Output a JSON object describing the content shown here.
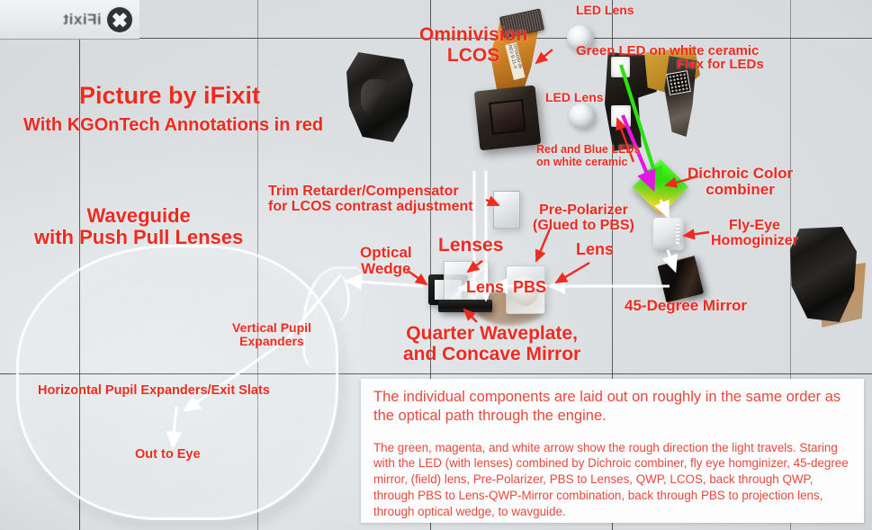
{
  "watermark": {
    "text": "iFixit",
    "badge_icon": "x-badge-icon"
  },
  "credit": {
    "line1": "Picture by iFixit",
    "line2": "With KGOnTech Annotations in red"
  },
  "annotation_color": "#ef2a20",
  "labels": [
    {
      "id": "ominivision-lcos",
      "text": "Ominivision\nLCOS"
    },
    {
      "id": "led-lens-top",
      "text": "LED Lens"
    },
    {
      "id": "green-led-white-ceramic",
      "text": "Green LED on white ceramic"
    },
    {
      "id": "flex-for-leds",
      "text": "Flex for LEDs"
    },
    {
      "id": "led-lens-left",
      "text": "LED Lens"
    },
    {
      "id": "red-blue-leds",
      "text": "Red and Blue LEDs\non white ceramic"
    },
    {
      "id": "dichroic-color-combiner",
      "text": "Dichroic Color\ncombiner"
    },
    {
      "id": "fly-eye-homoginizer",
      "text": "Fly-Eye\nHomoginizer"
    },
    {
      "id": "forty-five-degree-mirror",
      "text": "45-Degree Mirror"
    },
    {
      "id": "trim-retarder",
      "text": "Trim Retarder/Compensator\nfor LCOS contrast adjustment"
    },
    {
      "id": "pre-polarizer",
      "text": "Pre-Polarizer\n(Glued to PBS)"
    },
    {
      "id": "lenses",
      "text": "Lenses"
    },
    {
      "id": "lens-right",
      "text": "Lens"
    },
    {
      "id": "lens-pbs",
      "text": "Lens  PBS"
    },
    {
      "id": "optical-wedge",
      "text": "Optical\nWedge"
    },
    {
      "id": "quarter-waveplate",
      "text": "Quarter Waveplate,\nand Concave Mirror"
    },
    {
      "id": "waveguide",
      "text": "Waveguide\nwith Push Pull Lenses"
    },
    {
      "id": "vertical-pupil-expanders",
      "text": "Vertical Pupil\nExpanders"
    },
    {
      "id": "horizontal-pupil-expanders",
      "text": "Horizontal Pupil Expanders/Exit Slats"
    },
    {
      "id": "out-to-eye",
      "text": "Out to Eye"
    }
  ],
  "caption": {
    "lead": "The individual components are laid out on roughly in the same order as the optical path through the engine.",
    "body": "The green, magenta, and white arrow show the rough direction the light travels. Staring with the LED (with lenses) combined by Dichroic combiner, fly eye homginizer, 45-degree mirror, (field) lens, Pre-Polarizer, PBS to Lenses, QWP, LCOS, back through QWP, through PBS to Lens-QWP-Mirror combination, back through PBS to projection lens, through optical wedge, to wavguide."
  },
  "arrows": {
    "green_light": "#2ee012",
    "magenta_light": "#e516e5",
    "white_light": "#ffffff",
    "pointer": "#ef2a20"
  },
  "flex_silkscreen": "OP05050-05 REV B 21-X"
}
